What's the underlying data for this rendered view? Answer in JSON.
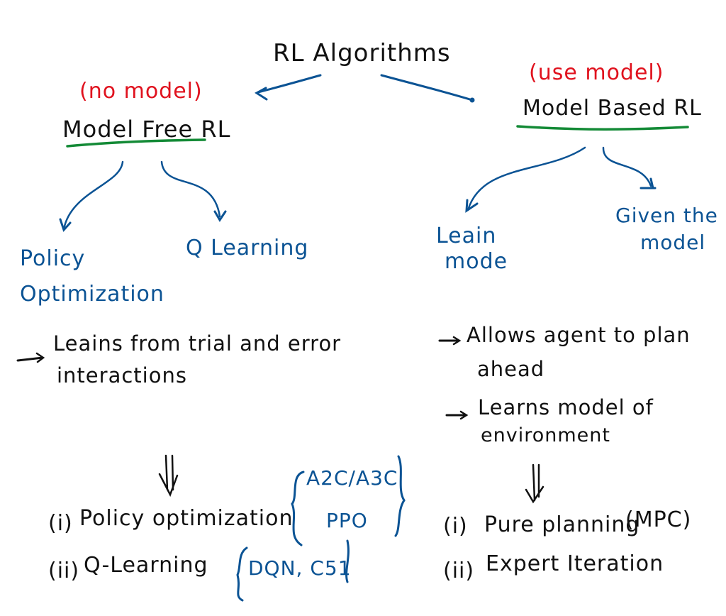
{
  "title": "RL Algorithms",
  "colors": {
    "ink": "#111111",
    "branch": "#0b5394",
    "annotation": "#e0121e",
    "underline": "#138a36"
  },
  "model_free": {
    "annotation": "(no model)",
    "heading": "Model Free RL",
    "branches": [
      "Policy",
      "Optimization",
      "Q Learning"
    ],
    "note": {
      "line1": "Leains from trial and error",
      "line2": "interactions"
    },
    "examples": [
      {
        "index": "(i)",
        "name": "Policy optimization",
        "algos_line1": "A2C/A3C",
        "algos_line2": "PPO"
      },
      {
        "index": "(ii)",
        "name": "Q-Learning",
        "algos_line1": "DQN, C51",
        "algos_line2": ""
      }
    ]
  },
  "model_based": {
    "annotation": "(use model)",
    "heading": "Model Based RL",
    "branches": {
      "learn_line1": "Leain",
      "learn_line2": "mode",
      "given_line1": "Given the",
      "given_line2": "model"
    },
    "notes": [
      {
        "line1": "Allows agent to plan",
        "line2": "ahead"
      },
      {
        "line1": "Learns model of",
        "line2": "environment"
      }
    ],
    "examples": [
      {
        "index": "(i)",
        "name": "Pure planning",
        "extra": "(MPC)"
      },
      {
        "index": "(ii)",
        "name": "Expert Iteration",
        "extra": ""
      }
    ]
  }
}
